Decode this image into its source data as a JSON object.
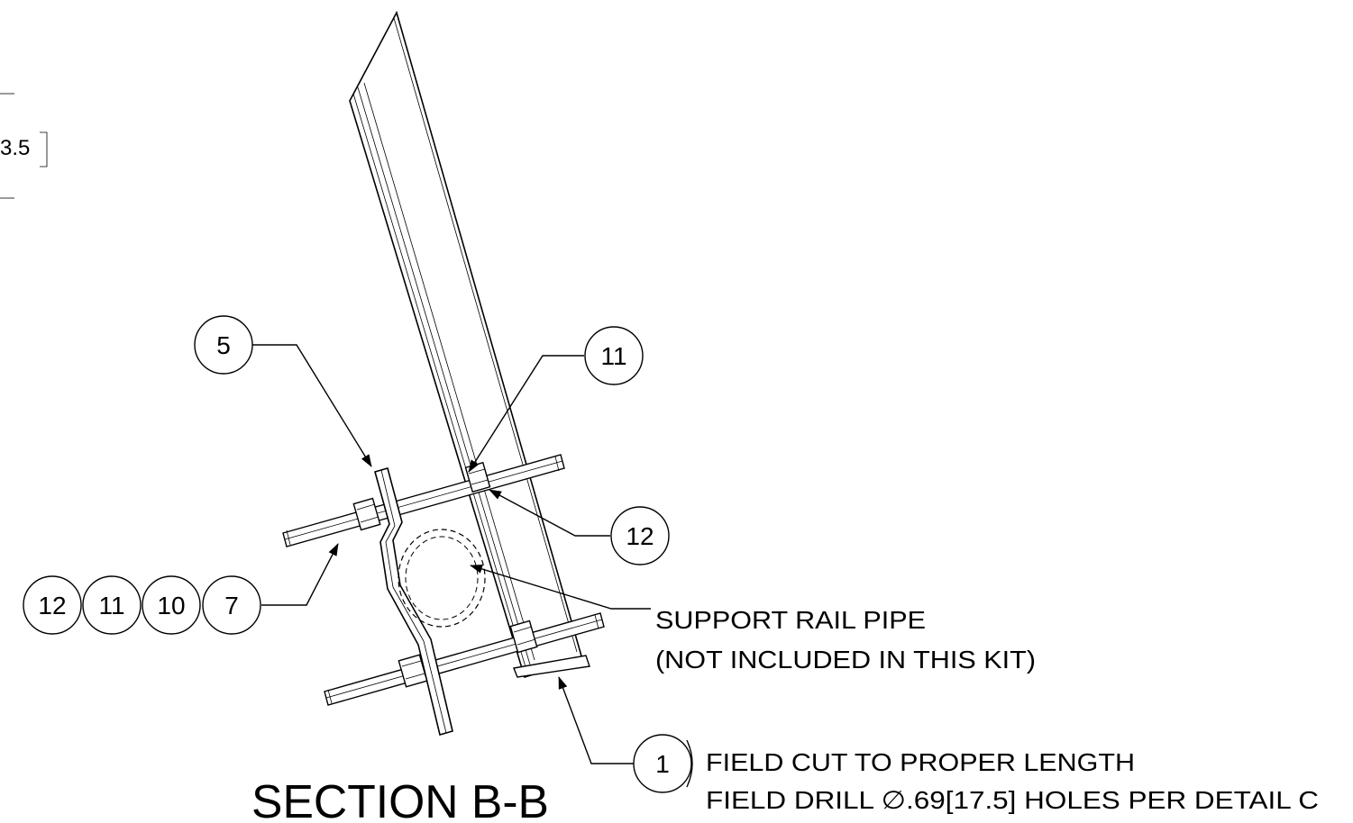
{
  "title": "SECTION B-B",
  "dimension_fragment": "3.5",
  "balloons": {
    "top_left": "5",
    "top_right": "11",
    "right_mid": "12",
    "group": [
      "12",
      "11",
      "10",
      "7"
    ],
    "bottom": "1"
  },
  "notes": {
    "pipe_line1": "SUPPORT RAIL PIPE",
    "pipe_line2": "(NOT INCLUDED IN THIS KIT)",
    "cut_line1": "FIELD CUT TO PROPER LENGTH",
    "cut_line2": "FIELD DRILL  ∅.69[17.5] HOLES PER DETAIL C"
  }
}
